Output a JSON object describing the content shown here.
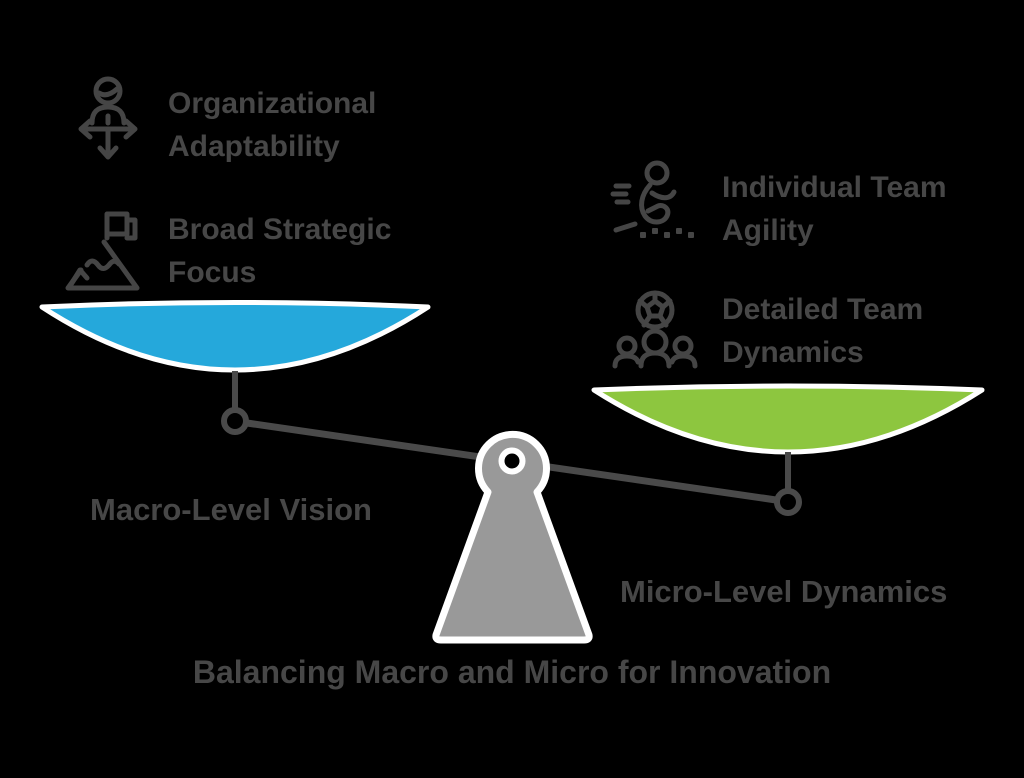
{
  "diagram": {
    "title": "Balancing Macro and Micro for Innovation",
    "left_pan": {
      "label": "Macro-Level Vision",
      "items": [
        {
          "icon": "adaptability-arrows-icon",
          "label": "Organizational\nAdaptability"
        },
        {
          "icon": "mountain-flag-icon",
          "label": "Broad Strategic\nFocus"
        }
      ]
    },
    "right_pan": {
      "label": "Micro-Level Dynamics",
      "items": [
        {
          "icon": "running-person-icon",
          "label": "Individual Team\nAgility"
        },
        {
          "icon": "soccer-ball-team-icon",
          "label": "Detailed Team\nDynamics"
        }
      ]
    }
  },
  "colors": {
    "background": "#000000",
    "text": "#474747",
    "linework": "#4a4a4a",
    "left_pan_fill": "#25A8DB",
    "right_pan_fill": "#8DC63F",
    "fulcrum_fill": "#999999",
    "outline": "#ffffff"
  }
}
